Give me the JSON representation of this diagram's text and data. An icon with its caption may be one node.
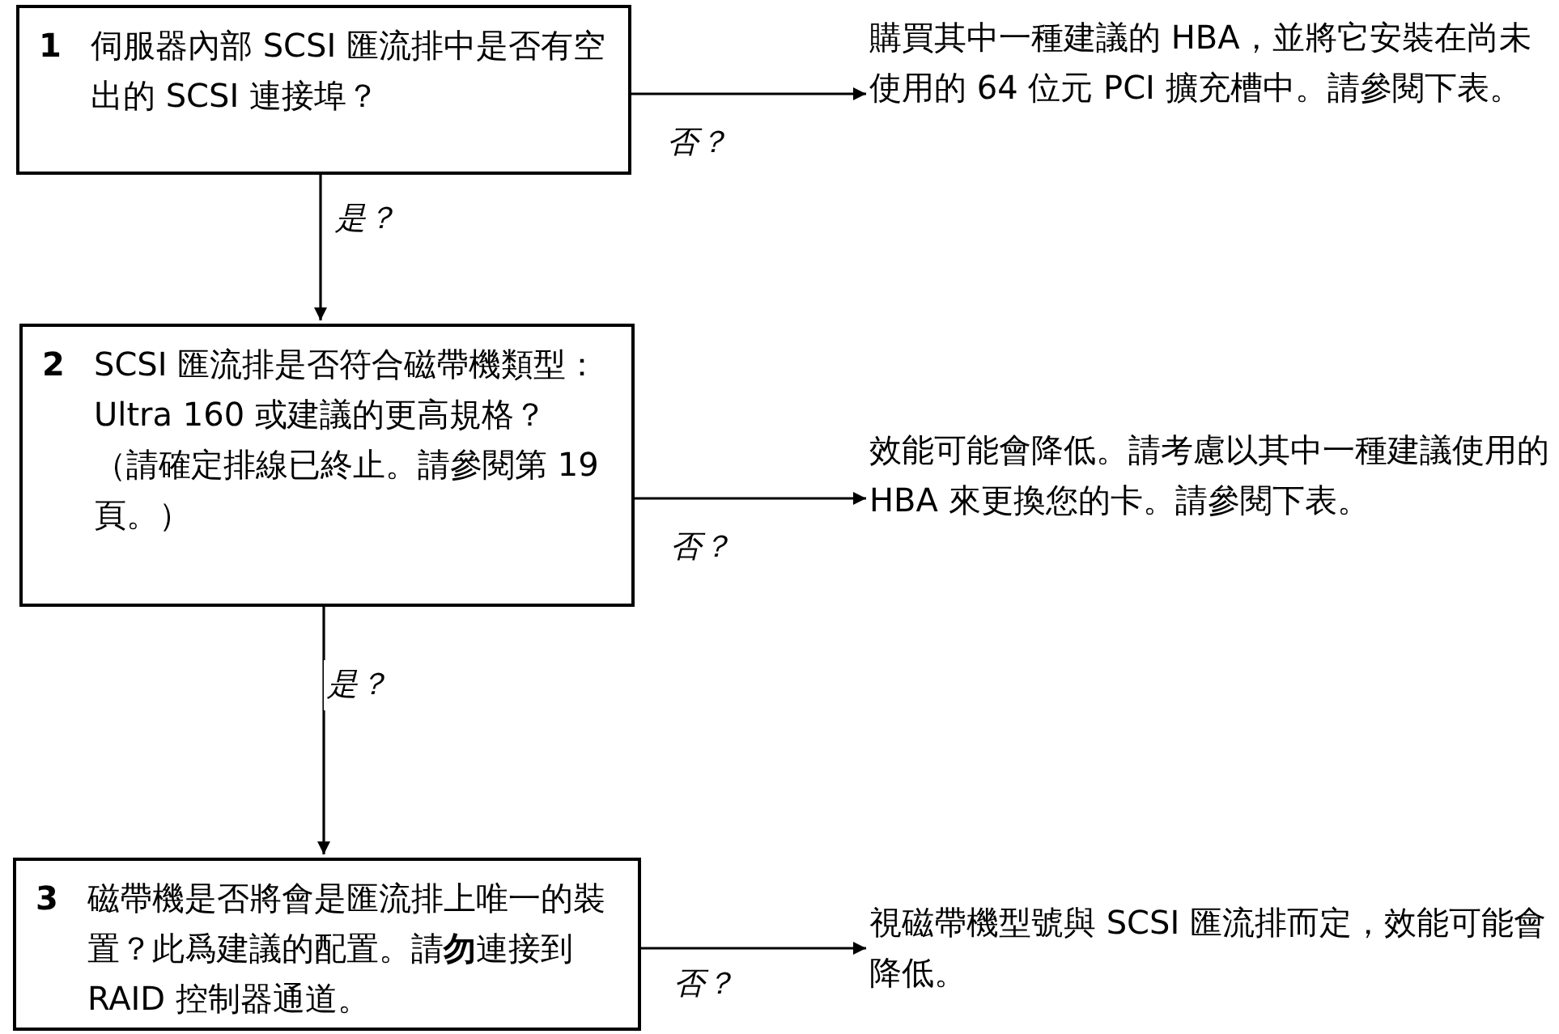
{
  "diagram": {
    "nodes": [
      {
        "text": [
          "1",
          "伺服器內部 SCSI 匯流排中是否有空出的 SCSI 連接埠？"
        ]
      },
      {
        "text": [
          "購買其中一種建議的 HBA，並將它安裝在尚未使用的 64 位元 PCI 擴充槽中。請參閱下表。"
        ]
      },
      {
        "text": [
          "2",
          "SCSI 匯流排是否符合磁帶機類型：Ultra 160 或建議的更高規格？",
          "（請確定排線已終止。請參閱第 19 頁。）"
        ]
      },
      {
        "text": [
          "效能可能會降低。請考慮以其中一種建議使用的 HBA 來更換您的卡。請參閱下表。"
        ]
      },
      {
        "text": [
          "3",
          "磁帶機是否將會是匯流排上唯一的裝置？此爲建議的配置。請**勿**連接到 RAID 控制器通道。"
        ]
      },
      {
        "text": [
          "視磁帶機型號與 SCSI 匯流排而定，效能可能會降低。"
        ]
      }
    ],
    "edges": [
      {
        "from": 0,
        "to": 1,
        "arrow": "to",
        "label": "否？"
      },
      {
        "from": 0,
        "to": 2,
        "arrow": "to",
        "label": "是？"
      },
      {
        "from": 2,
        "to": 3,
        "arrow": "to",
        "label": "否？"
      },
      {
        "from": 2,
        "to": 4,
        "arrow": "to",
        "label": "是？"
      },
      {
        "from": 4,
        "to": 5,
        "arrow": "to",
        "label": "否？"
      }
    ]
  }
}
